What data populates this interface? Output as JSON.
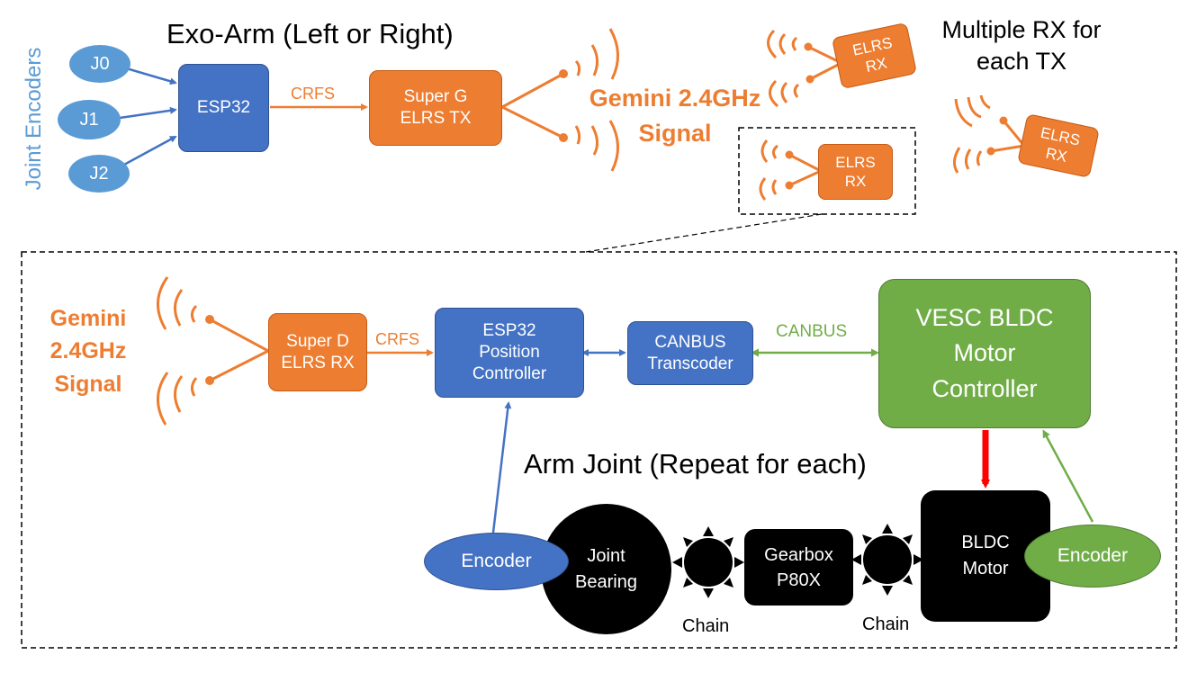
{
  "top": {
    "title": "Exo-Arm (Left or Right)",
    "joint_encoders_label": "Joint Encoders",
    "joints": [
      "J0",
      "J1",
      "J2"
    ],
    "esp32": "ESP32",
    "crfs_label": "CRFS",
    "tx_line1": "Super G",
    "tx_line2": "ELRS TX",
    "signal_line1": "Gemini 2.4GHz",
    "signal_line2": "Signal",
    "rx_label_line1": "ELRS",
    "rx_label_line2": "RX",
    "multi_rx_line1": "Multiple RX for",
    "multi_rx_line2": "each TX"
  },
  "bottom": {
    "signal_line1": "Gemini",
    "signal_line2": "2.4GHz",
    "signal_line3": "Signal",
    "rx_line1": "Super D",
    "rx_line2": "ELRS RX",
    "crfs_label": "CRFS",
    "controller_line1": "ESP32",
    "controller_line2": "Position",
    "controller_line3": "Controller",
    "transcoder_line1": "CANBUS",
    "transcoder_line2": "Transcoder",
    "canbus_label": "CANBUS",
    "vesc_line1": "VESC BLDC",
    "vesc_line2": "Motor",
    "vesc_line3": "Controller",
    "arm_joint_title": "Arm Joint (Repeat for each)",
    "encoder_left": "Encoder",
    "joint_line1": "Joint",
    "joint_line2": "Bearing",
    "chain_left": "Chain",
    "gearbox_line1": "Gearbox",
    "gearbox_line2": "P80X",
    "chain_right": "Chain",
    "motor_line1": "BLDC",
    "motor_line2": "Motor",
    "encoder_right": "Encoder"
  },
  "colors": {
    "orange": "#ed7d31",
    "blue": "#4472c4",
    "light_blue": "#5b9bd5",
    "green": "#70ad47",
    "red": "#ff0000",
    "black": "#000000"
  }
}
